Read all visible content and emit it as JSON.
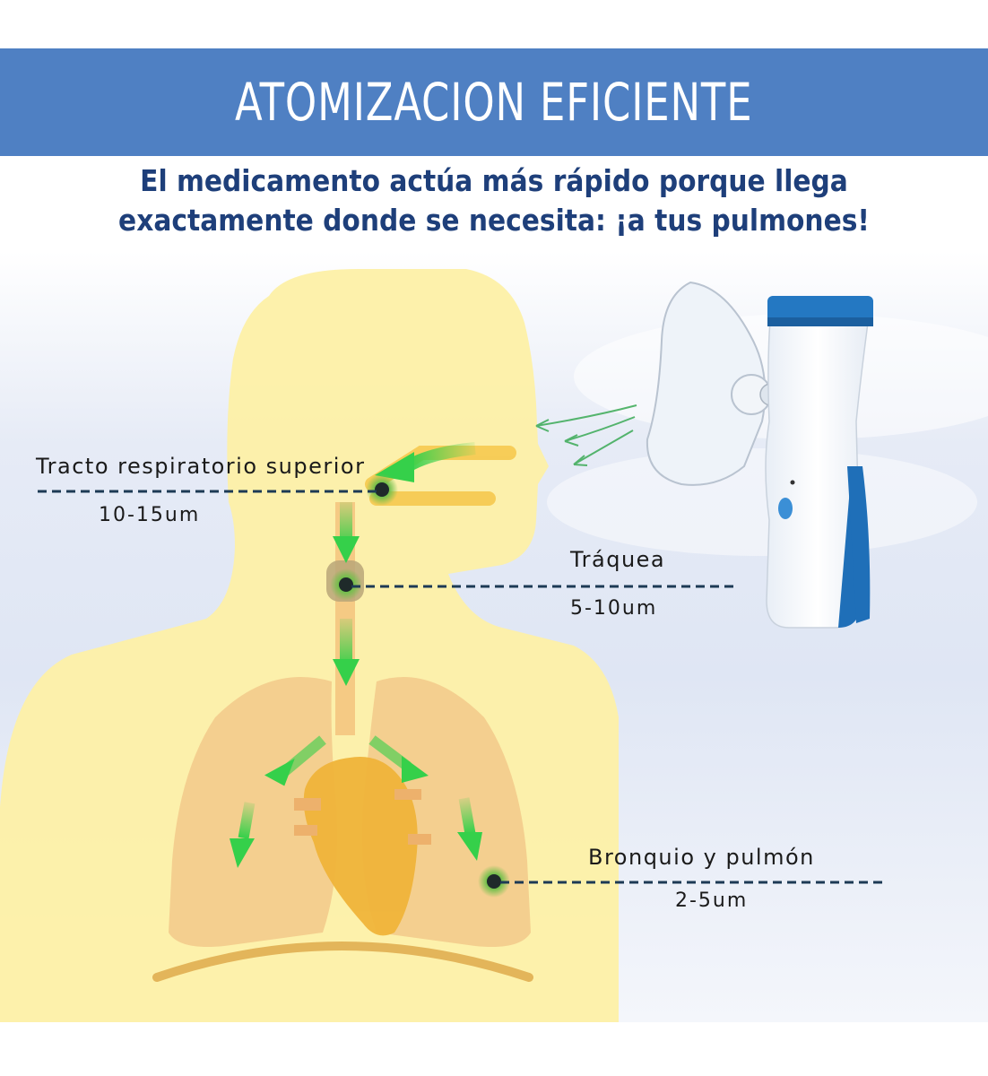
{
  "header": {
    "title": "ATOMIZACION EFICIENTE",
    "banner_color": "#4f80c3"
  },
  "subtitle": {
    "line1": "El medicamento actúa más rápido porque llega",
    "line2": "exactamente donde se necesita: ¡a tus pulmones!",
    "color": "#1e3f7a"
  },
  "diagram": {
    "annotations": [
      {
        "label": "Tracto respiratorio superior",
        "size": "10-15um"
      },
      {
        "label": "Tráquea",
        "size": "5-10um"
      },
      {
        "label": "Bronquio y pulmón",
        "size": "2-5um"
      }
    ],
    "elements": {
      "body_silhouette": "human-head-torso-silhouette",
      "organs": [
        "lungs",
        "heart",
        "trachea",
        "diaphragm"
      ],
      "device": "handheld-mesh-nebulizer-with-mask",
      "flow_arrows": "green-airflow-arrows"
    },
    "colors": {
      "silhouette": "#fdf0a6",
      "lungs": "#f2c98a",
      "heart": "#f0b43a",
      "arrow": "#3ccf4a",
      "marker": "#1f2a2a",
      "device_blue": "#1f6fb8"
    }
  }
}
